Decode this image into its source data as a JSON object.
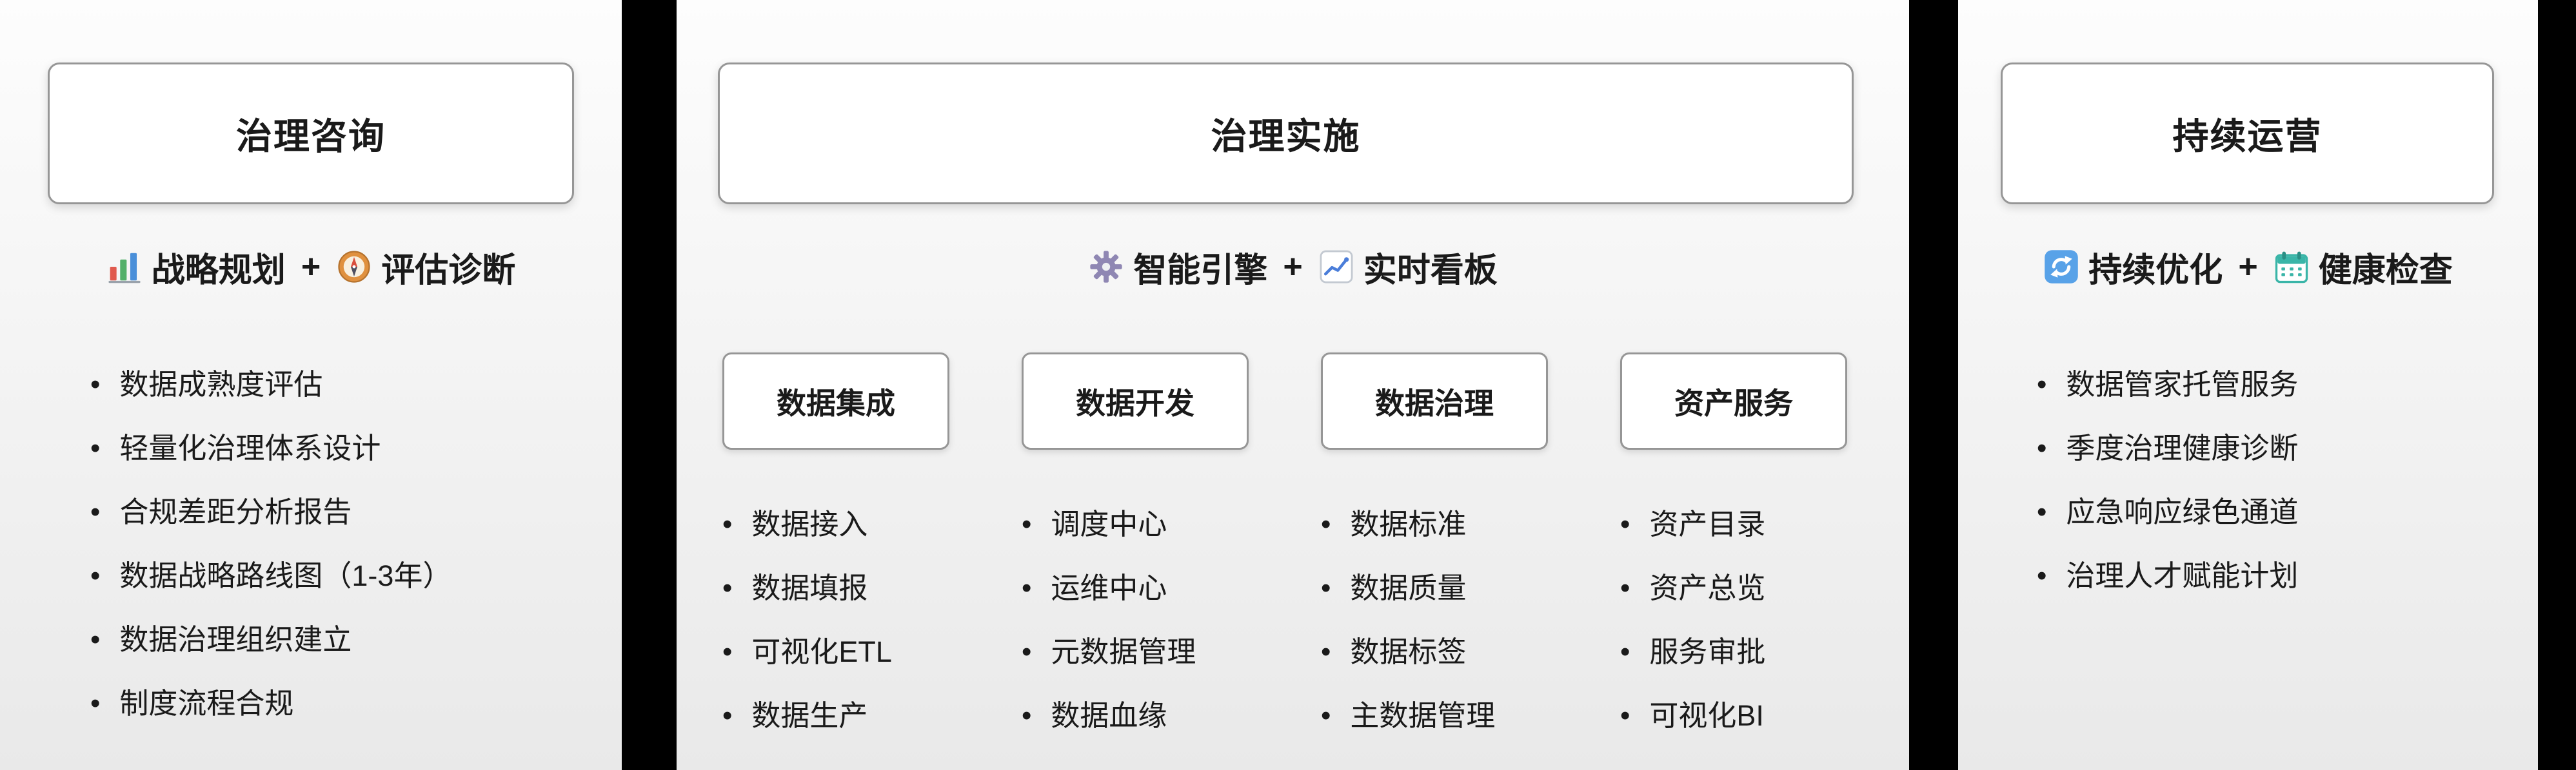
{
  "panels": {
    "consulting": {
      "title": "治理咨询",
      "subtitle": {
        "part1": "战略规划",
        "separator": "+",
        "part2": "评估诊断"
      },
      "items": [
        "数据成熟度评估",
        "轻量化治理体系设计",
        "合规差距分析报告",
        "数据战略路线图（1-3年）",
        "数据治理组织建立",
        "制度流程合规"
      ]
    },
    "implementation": {
      "title": "治理实施",
      "subtitle": {
        "part1": "智能引擎",
        "separator": "+",
        "part2": "实时看板"
      },
      "columns": [
        {
          "header": "数据集成",
          "items": [
            "数据接入",
            "数据填报",
            "可视化ETL",
            "数据生产"
          ]
        },
        {
          "header": "数据开发",
          "items": [
            "调度中心",
            "运维中心",
            "元数据管理",
            "数据血缘"
          ]
        },
        {
          "header": "数据治理",
          "items": [
            "数据标准",
            "数据质量",
            "数据标签",
            "主数据管理"
          ]
        },
        {
          "header": "资产服务",
          "items": [
            "资产目录",
            "资产总览",
            "服务审批",
            "可视化BI"
          ]
        }
      ]
    },
    "operation": {
      "title": "持续运营",
      "subtitle": {
        "part1": "持续优化",
        "separator": "+",
        "part2": "健康检查"
      },
      "items": [
        "数据管家托管服务",
        "季度治理健康诊断",
        "应急响应绿色通道",
        "治理人才赋能计划"
      ]
    }
  },
  "icons": {
    "consulting": [
      "bar-chart-icon",
      "compass-icon"
    ],
    "implementation": [
      "gear-icon",
      "line-chart-icon"
    ],
    "operation": [
      "refresh-icon",
      "calendar-icon"
    ]
  },
  "colors": {
    "bar_red": "#e05a4e",
    "bar_green": "#53b06a",
    "bar_blue": "#4a8fd9",
    "compass_orange": "#e0913f",
    "compass_needle": "#d94f3d",
    "gear_purple": "#8f87b3",
    "chart_blue": "#4a7dd9",
    "refresh_blue": "#58a2e8",
    "calendar_teal": "#3ab5a8",
    "box_border": "#969696",
    "text": "#1a1a1a",
    "background_gap": "#000000"
  }
}
